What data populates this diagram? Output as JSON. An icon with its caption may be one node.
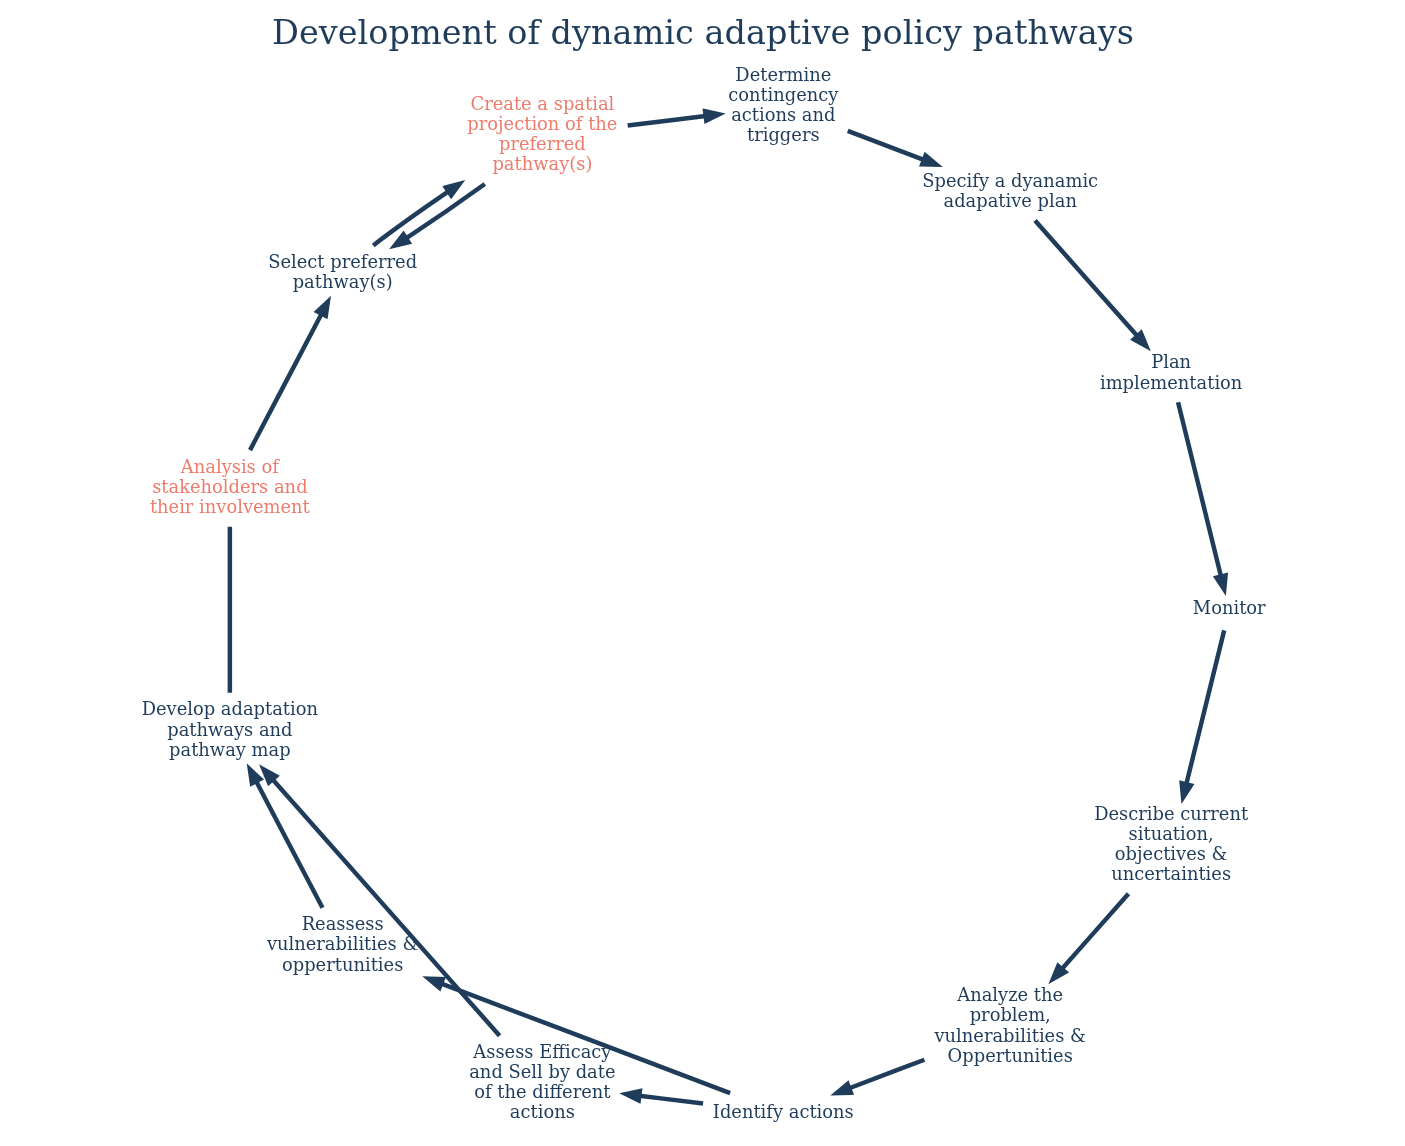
{
  "diagram": {
    "title": "Development of dynamic adaptive policy pathways",
    "nodes": [
      {
        "text": [
          "Describe current situation, objectives & uncertainties"
        ]
      },
      {
        "text": [
          "Analyze the problem, vulnerabilities & Oppertunities"
        ]
      },
      {
        "text": [
          "Identify actions"
        ]
      },
      {
        "text": [
          "Assess Efficacy and Sell by date of the different actions"
        ]
      },
      {
        "text": [
          "Reassess vulnerabilities & oppertunities"
        ]
      },
      {
        "text": [
          "Develop adaptation pathways and pathway map"
        ]
      },
      {
        "text": [
          "Analysis of stakeholders and their involvement"
        ]
      },
      {
        "text": [
          "Select preferred pathway(s)"
        ]
      },
      {
        "text": [
          "Create a spatial projection of the preferred pathway(s)"
        ]
      },
      {
        "text": [
          "Determine contingency actions and triggers"
        ]
      },
      {
        "text": [
          "Specify a dyanamic adapative plan"
        ]
      },
      {
        "text": [
          "Plan implementation"
        ]
      },
      {
        "text": [
          "Monitor"
        ]
      }
    ],
    "edges": [
      {
        "from": 0,
        "to": 1,
        "arrow": "to"
      },
      {
        "from": 1,
        "to": 2,
        "arrow": "to"
      },
      {
        "from": 2,
        "to": 3,
        "arrow": "to"
      },
      {
        "from": 2,
        "to": 4,
        "arrow": "to"
      },
      {
        "from": 3,
        "to": 5,
        "arrow": "to"
      },
      {
        "from": 4,
        "to": 5,
        "arrow": "to"
      },
      {
        "from": 5,
        "to": 6,
        "arrow": "none"
      },
      {
        "from": 6,
        "to": 7,
        "arrow": "to"
      },
      {
        "from": 8,
        "to": 7,
        "arrow": "to"
      },
      {
        "from": 7,
        "to": 8,
        "arrow": "to"
      },
      {
        "from": 8,
        "to": 9,
        "arrow": "to"
      },
      {
        "from": 9,
        "to": 10,
        "arrow": "to"
      },
      {
        "from": 10,
        "to": 11,
        "arrow": "to"
      },
      {
        "from": 11,
        "to": 12,
        "arrow": "to"
      },
      {
        "from": 12,
        "to": 0,
        "arrow": "to"
      }
    ]
  }
}
